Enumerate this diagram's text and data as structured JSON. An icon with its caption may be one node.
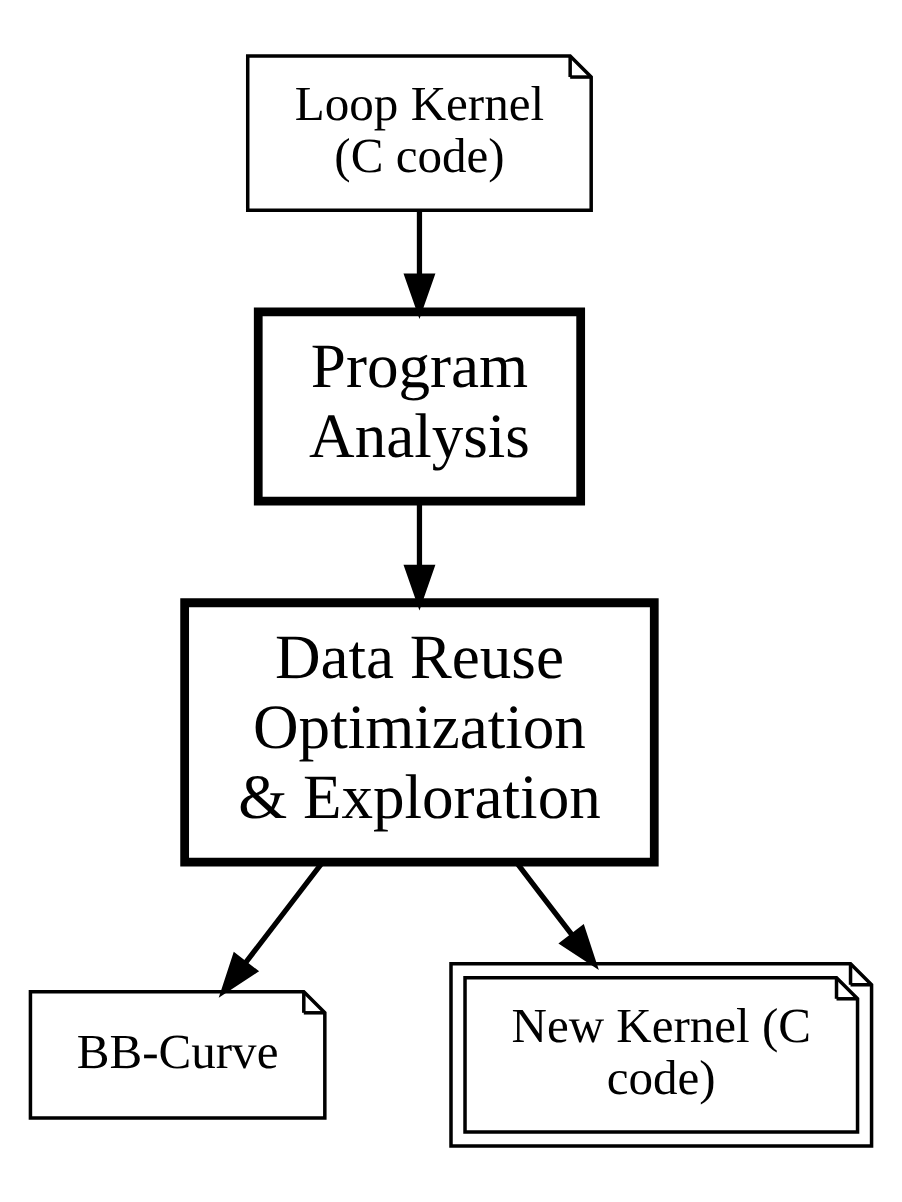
{
  "diagram": {
    "nodes": [
      {
        "text": [
          "Loop Kernel (C code)"
        ]
      },
      {
        "text": [
          "Program Analysis"
        ]
      },
      {
        "text": [
          "Data Reuse Optimization & Exploration"
        ]
      },
      {
        "text": [
          "BB-Curve"
        ]
      },
      {
        "text": [
          "New Kernel (C code)"
        ]
      }
    ],
    "edges": [
      {
        "from": 0,
        "to": 1,
        "arrow": "to"
      },
      {
        "from": 1,
        "to": 2,
        "arrow": "to"
      },
      {
        "from": 2,
        "to": 3,
        "arrow": "to"
      },
      {
        "from": 2,
        "to": 4,
        "arrow": "to"
      }
    ]
  }
}
